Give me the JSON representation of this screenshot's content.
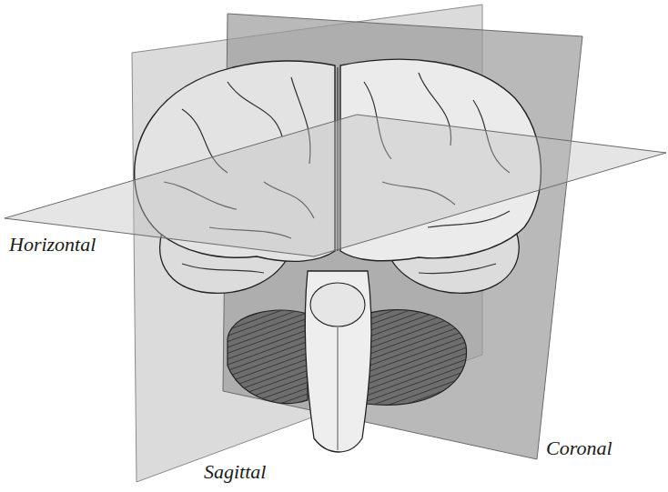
{
  "diagram": {
    "labels": [
      "Horizontal",
      "Coronal",
      "Sagittal"
    ]
  }
}
